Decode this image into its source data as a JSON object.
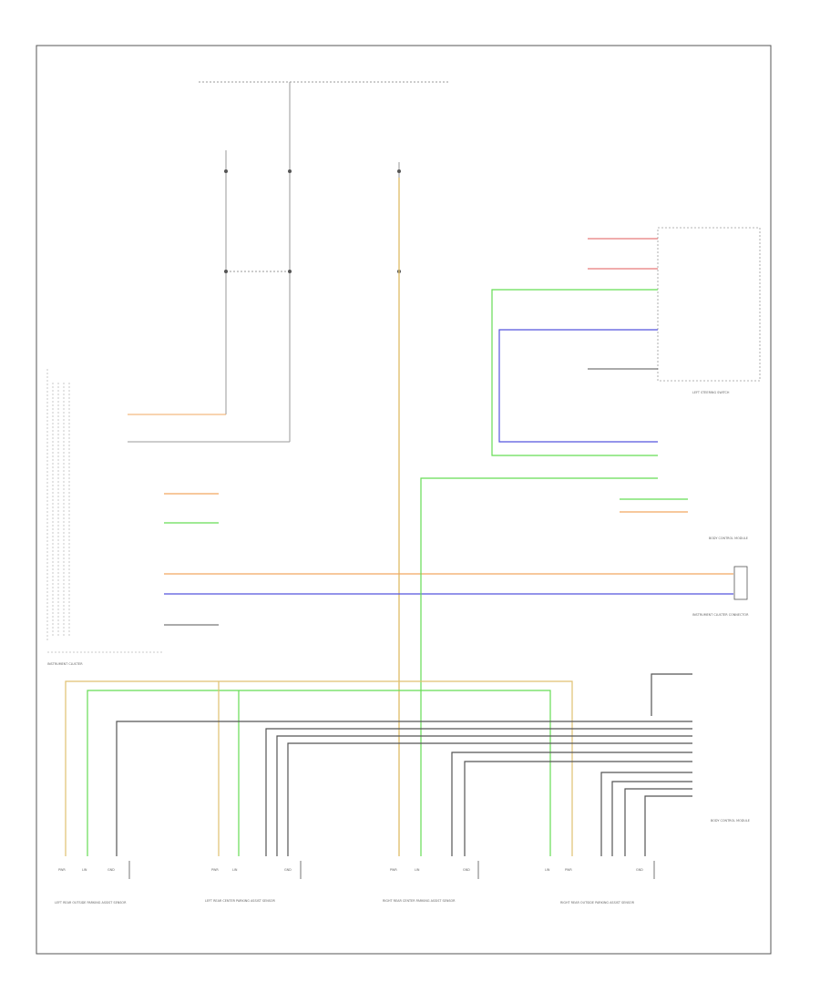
{
  "colors": {
    "frame": "#555555",
    "wire_gray": "#9a9a9a",
    "wire_dark": "#555555",
    "wire_yellow": "#e0c070",
    "wire_green": "#66dd55",
    "wire_blue": "#5555dd",
    "wire_orange": "#f2a860",
    "text": "#666666"
  },
  "diagram_id": "",
  "components": {
    "instrument_cluster": "INSTRUMENT CLUSTER",
    "hazard_switch": "LEFT STEERING SWITCH",
    "body_control": "BODY CONTROL MODULE",
    "instrument_cluster_connector": "INSTRUMENT CLUSTER CONNECTOR",
    "sensor_1": "LEFT REAR OUTSIDE PARKING ASSIST SENSOR",
    "sensor_2": "LEFT REAR CENTER PARKING ASSIST SENSOR",
    "sensor_3": "RIGHT REAR CENTER PARKING ASSIST SENSOR",
    "sensor_4": "RIGHT REAR OUTSIDE PARKING ASSIST SENSOR",
    "bcm_connector": "BODY CONTROL MODULE"
  },
  "pin_labels": {
    "pwr": "PWR",
    "lin": "LIN",
    "gnd": "GND"
  }
}
